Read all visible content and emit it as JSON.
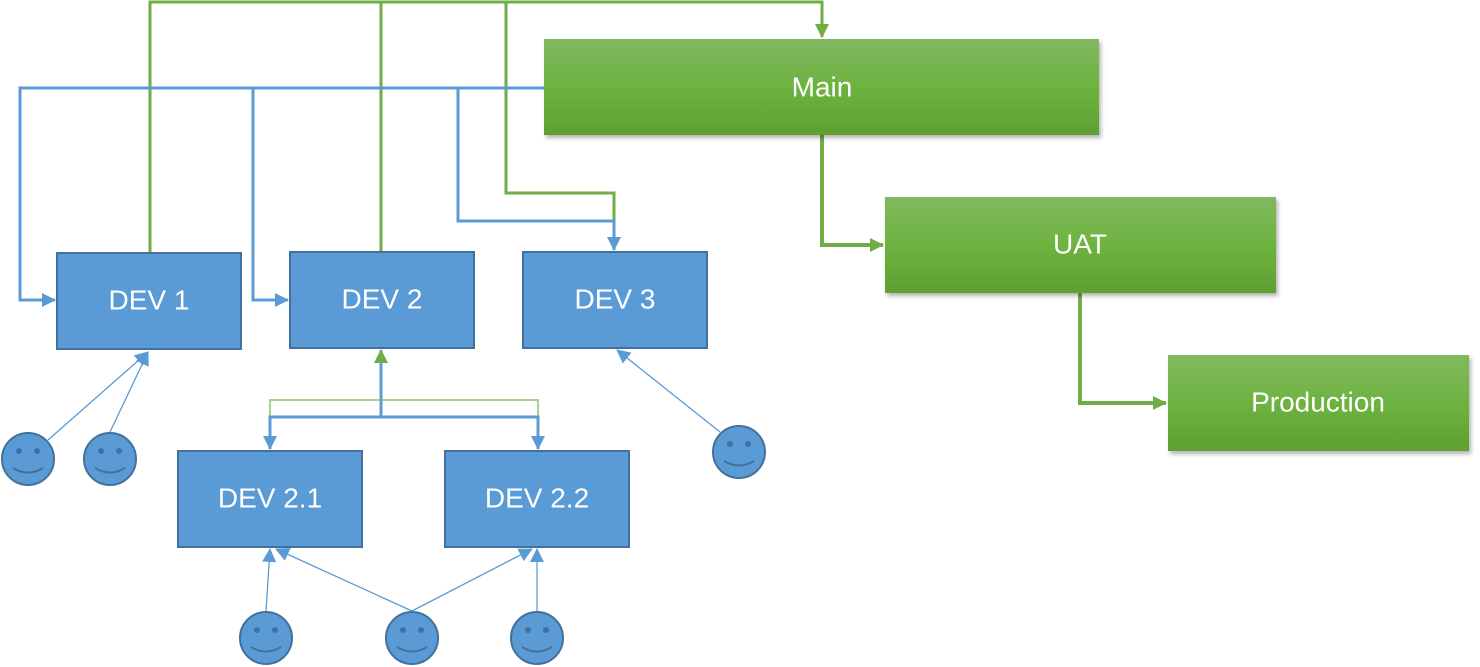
{
  "colors": {
    "green": "#70ad47",
    "blue": "#5b9bd5",
    "blue_border": "#41719c"
  },
  "nodes": {
    "main": "Main",
    "uat": "UAT",
    "production": "Production",
    "dev1": "DEV 1",
    "dev2": "DEV 2",
    "dev3": "DEV 3",
    "dev21": "DEV 2.1",
    "dev22": "DEV 2.2"
  },
  "icons": {
    "developer": "smiley-face-icon"
  }
}
